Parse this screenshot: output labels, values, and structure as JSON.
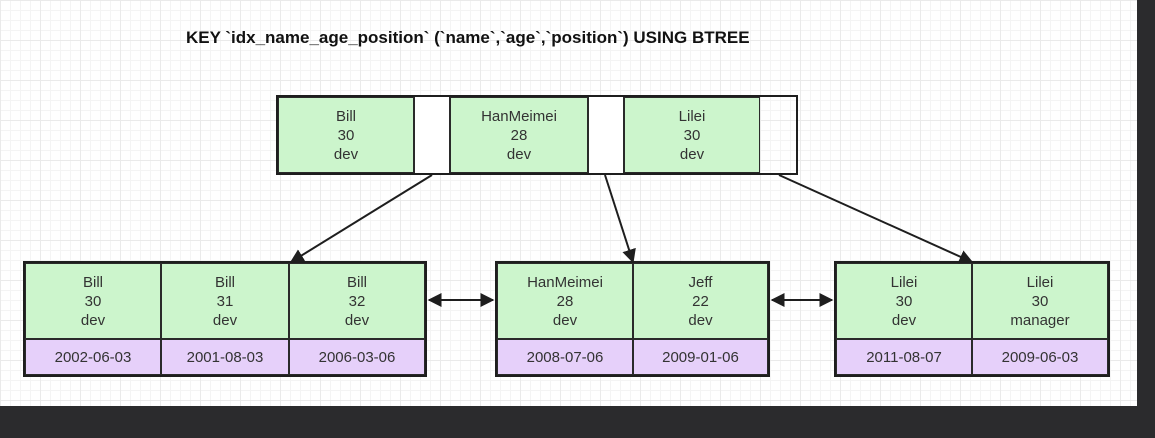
{
  "title": "KEY `idx_name_age_position` (`name`,`age`,`position`) USING BTREE",
  "root": {
    "keys": [
      {
        "name": "Bill",
        "age": "30",
        "position": "dev"
      },
      {
        "name": "HanMeimei",
        "age": "28",
        "position": "dev"
      },
      {
        "name": "Lilei",
        "age": "30",
        "position": "dev"
      }
    ]
  },
  "leaves": [
    {
      "keys": [
        {
          "name": "Bill",
          "age": "30",
          "position": "dev",
          "value": "2002-06-03"
        },
        {
          "name": "Bill",
          "age": "31",
          "position": "dev",
          "value": "2001-08-03"
        },
        {
          "name": "Bill",
          "age": "32",
          "position": "dev",
          "value": "2006-03-06"
        }
      ]
    },
    {
      "keys": [
        {
          "name": "HanMeimei",
          "age": "28",
          "position": "dev",
          "value": "2008-07-06"
        },
        {
          "name": "Jeff",
          "age": "22",
          "position": "dev",
          "value": "2009-01-06"
        }
      ]
    },
    {
      "keys": [
        {
          "name": "Lilei",
          "age": "30",
          "position": "dev",
          "value": "2011-08-07"
        },
        {
          "name": "Lilei",
          "age": "30",
          "position": "manager",
          "value": "2009-06-03"
        }
      ]
    }
  ]
}
